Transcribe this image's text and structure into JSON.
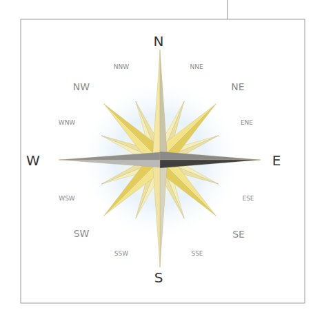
{
  "diagram": {
    "labels": [
      "N",
      "NNE",
      "NE",
      "ENE",
      "E",
      "ESE",
      "SE",
      "SSE",
      "S",
      "SSW",
      "SW",
      "WSW",
      "W",
      "WNW",
      "NW",
      "NNW"
    ]
  }
}
